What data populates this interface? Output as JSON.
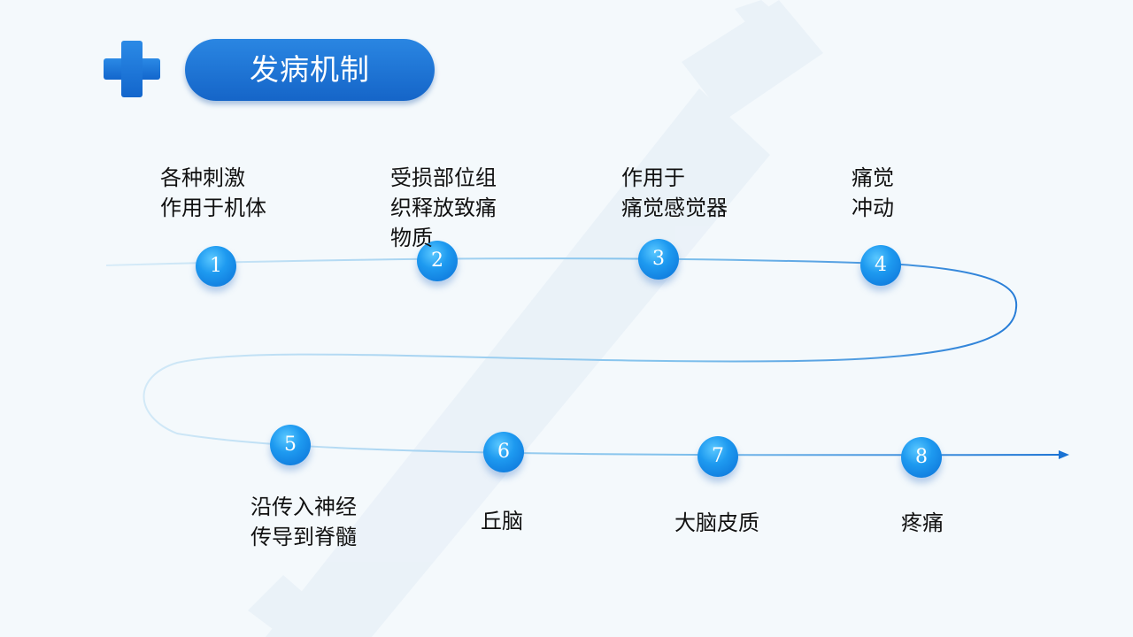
{
  "title": "发病机制",
  "accent_color": "#1a73d4",
  "steps": [
    {
      "number": "1",
      "lines": [
        "各种刺激",
        "作用于机体"
      ]
    },
    {
      "number": "2",
      "lines": [
        "受损部位组",
        "织释放致痛",
        "物质"
      ]
    },
    {
      "number": "3",
      "lines": [
        "作用于",
        "痛觉感觉器"
      ]
    },
    {
      "number": "4",
      "lines": [
        "痛觉",
        "冲动"
      ]
    },
    {
      "number": "5",
      "lines": [
        "沿传入神经",
        "传导到脊髓"
      ]
    },
    {
      "number": "6",
      "lines": [
        "丘脑"
      ]
    },
    {
      "number": "7",
      "lines": [
        "大脑皮质"
      ]
    },
    {
      "number": "8",
      "lines": [
        "疼痛"
      ]
    }
  ]
}
